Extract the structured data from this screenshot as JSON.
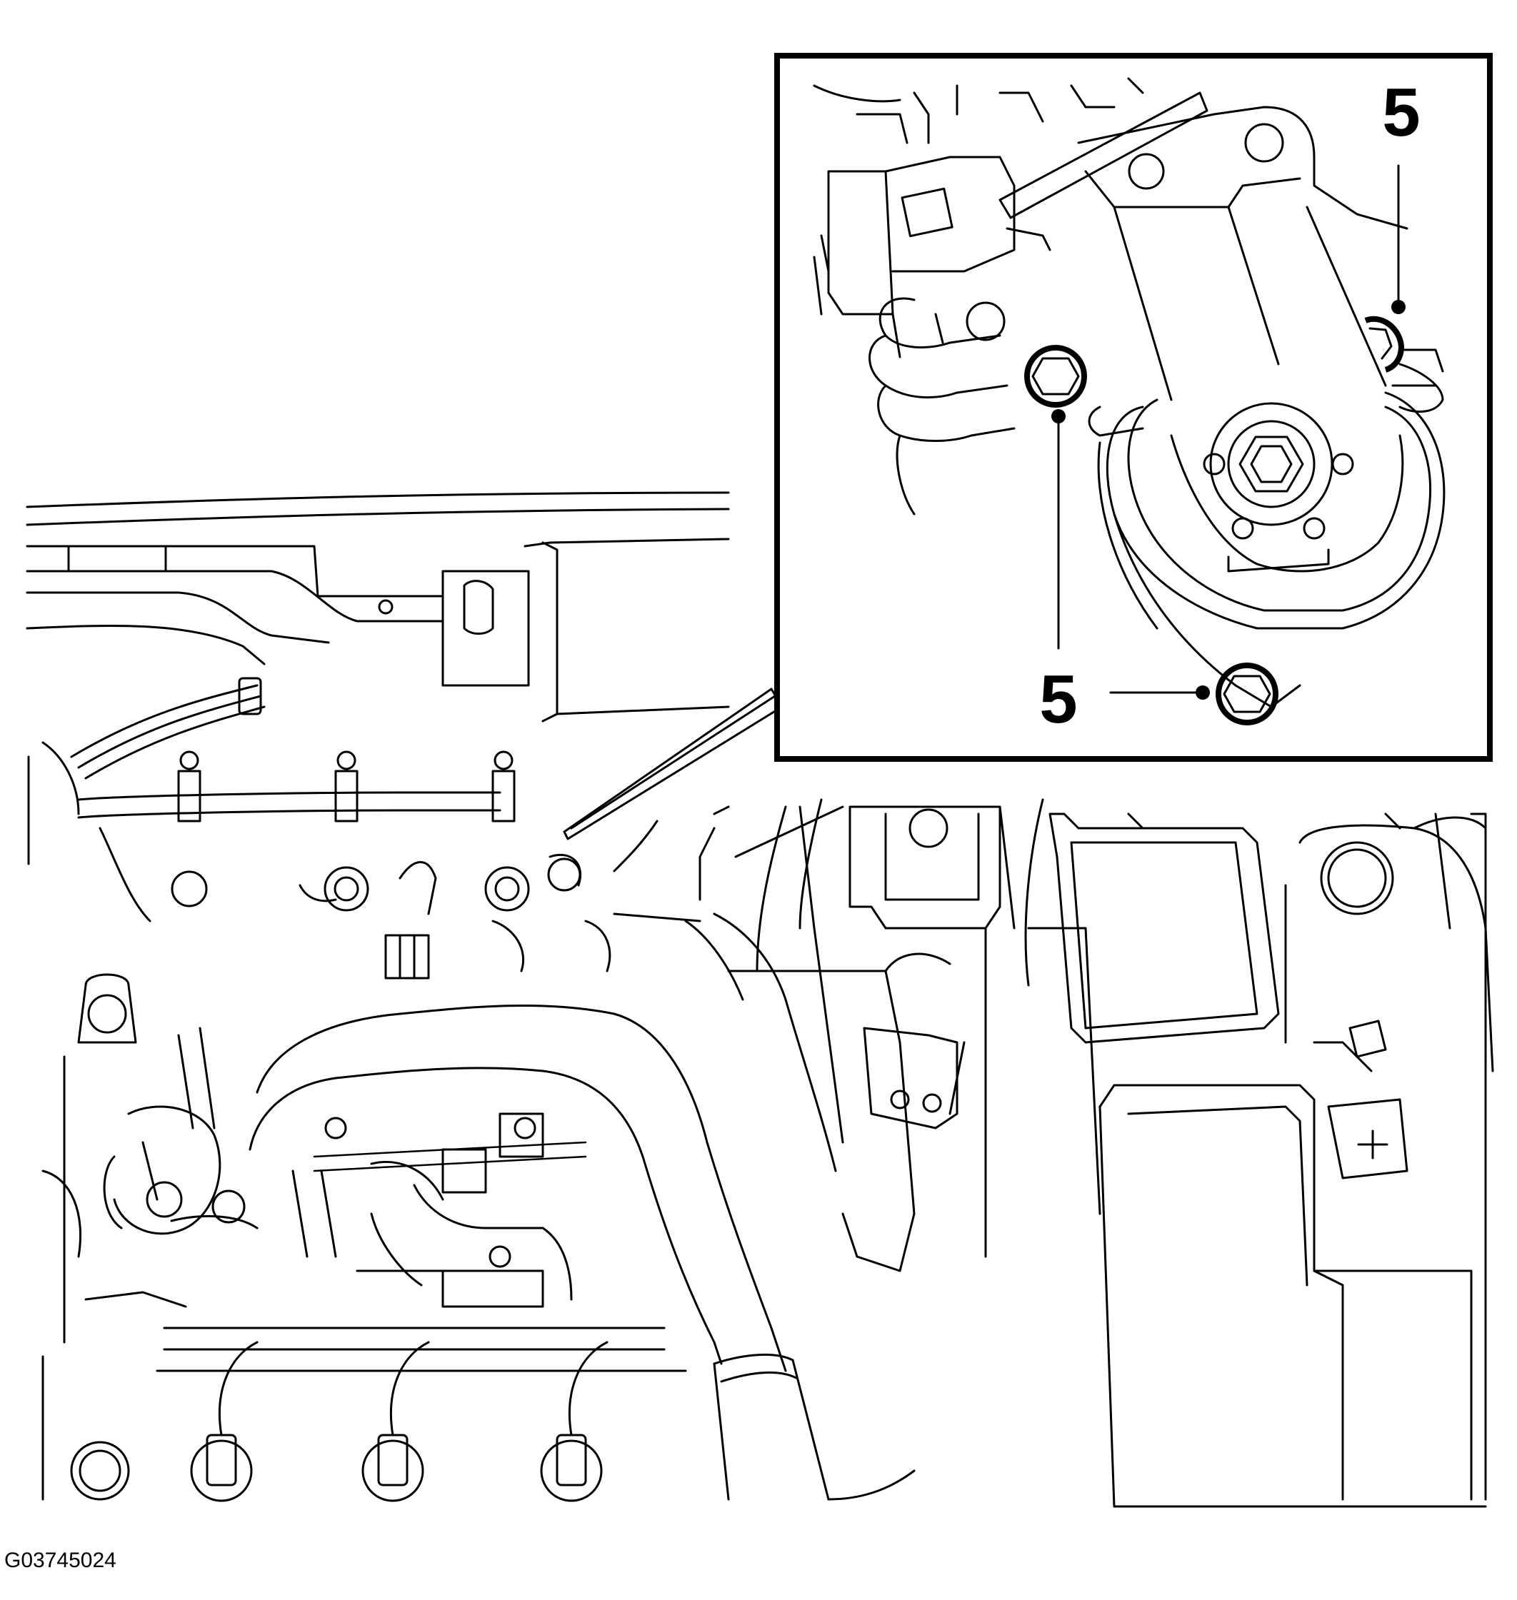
{
  "figure": {
    "id_label": "G03745024",
    "callouts": [
      {
        "label": "5"
      },
      {
        "label": "5"
      }
    ]
  }
}
